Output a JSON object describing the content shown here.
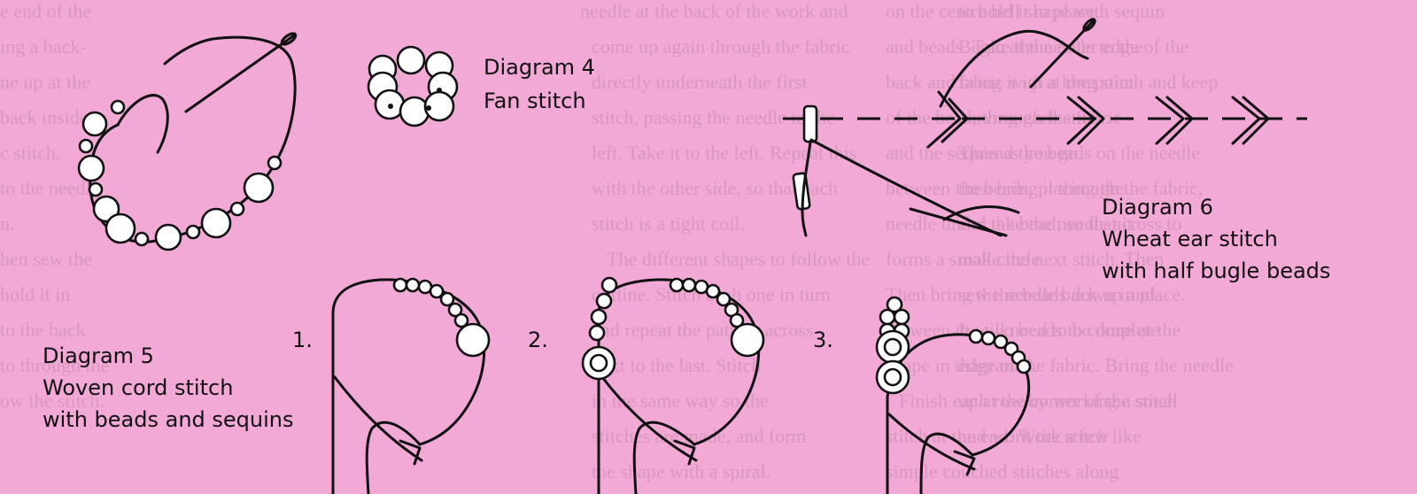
{
  "background_color": "#f2a9d6",
  "ink_color": "#111111",
  "captions": {
    "d4_title": "Diagram 4",
    "d4_subtitle": "Fan stitch",
    "d5_title": "Diagram 5",
    "d5_line1": "Woven cord stitch",
    "d5_line2": "with beads and sequins",
    "d6_title": "Diagram 6",
    "d6_line1": "Wheat ear stitch",
    "d6_line2": "with half bugle beads"
  },
  "steps": [
    "1.",
    "2.",
    "3."
  ],
  "bleed_text": [
    "e end of the",
    "ing a back-",
    "ne up at the",
    "back inside",
    "c stitch.",
    "to the needle",
    "n.",
    "hen sew the",
    "hold it in",
    "to the back",
    "to through the",
    "ow the stitch.",
    "needle at the back of the work and",
    "come up again through the fabric",
    "directly underneath the first",
    "stitch, passing the needle to the",
    "left. Take it to the left. Repeat this",
    "with the other side, so that each",
    "stitch is a tight coil.",
    "The different shapes to follow the",
    "outline. Stitch each one in turn",
    "and repeat the pattern across",
    "next to the last. Stitch",
    "in the same way so the",
    "stitches are made, and form",
    "the shape with a spiral.",
    "on the centre bell shape with sequin",
    "and beads. Take the needle to the",
    "back and bring it up at the point",
    "of the bead, through the fabric",
    "and the sequin as you go",
    "between the beads, placing the",
    "needle under the bead, so that it",
    "forms a small circle.",
    "Then bring the needle back up and",
    "between the two beads to complete",
    "shape in diagram 4.",
    "Finish each row by working a small",
    "stitch at the end. Work a few",
    "simple couched stitches along",
    "to hold it in place.",
    "Begin at the outer edge of the",
    "fabric with a long stitch and keep",
    "curving each stitch.",
    "Thread the beads on the needle",
    "then bring it through the fabric,",
    "and take the needle across to",
    "make the next stitch. Then",
    "sew the beads down in place.",
    "It will need to be done at the",
    "edge of the fabric. Bring the needle",
    "up at the corner of the stitch",
    "and work the stitch like"
  ]
}
